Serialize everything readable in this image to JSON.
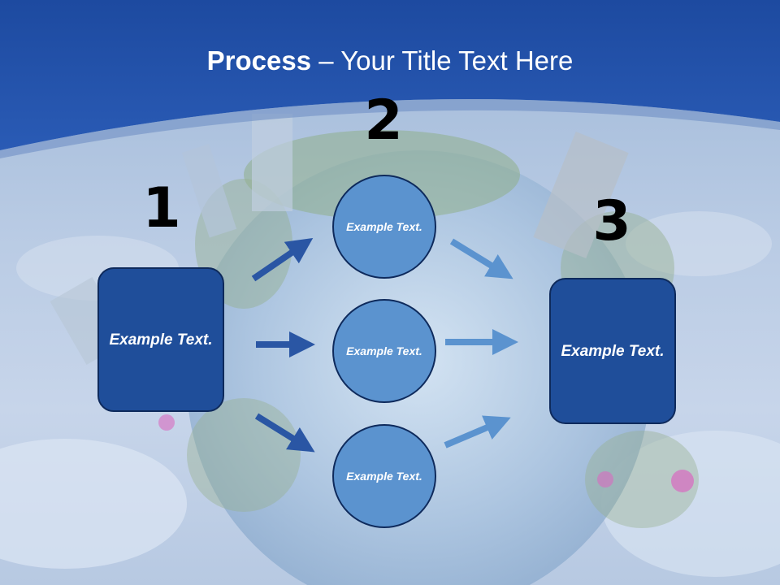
{
  "title": {
    "bold": "Process",
    "rest": " – Your Title Text Here"
  },
  "steps": [
    {
      "number": "1",
      "label": "Example Text."
    },
    {
      "number": "2",
      "label": "Example Text."
    },
    {
      "number": "3",
      "label": "Example Text."
    }
  ],
  "middle_items": [
    {
      "label": "Example Text."
    },
    {
      "label": "Example Text."
    },
    {
      "label": "Example Text."
    }
  ],
  "colors": {
    "header": "#2356a8",
    "box_fill": "#1f4e9a",
    "circle_fill": "#5b93cf",
    "arrow_dark": "#2a56a4",
    "arrow_light": "#5b93cf"
  }
}
